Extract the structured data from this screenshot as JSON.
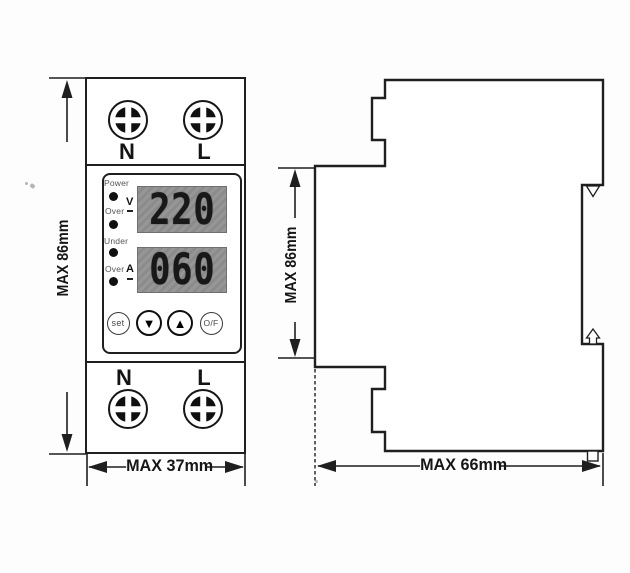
{
  "drawing": {
    "front_view": {
      "top_terminals": {
        "left_label": "N",
        "right_label": "L"
      },
      "bottom_terminals": {
        "left_label": "N",
        "right_label": "L"
      },
      "panel": {
        "leds": [
          {
            "label": "Power"
          },
          {
            "label": "Over"
          },
          {
            "label": "Under"
          },
          {
            "label": "Over"
          }
        ],
        "voltage_display": {
          "value": "220",
          "unit": "V",
          "unit_mark": "-"
        },
        "current_display": {
          "value": "060",
          "unit": "A",
          "unit_mark": "-"
        },
        "buttons": {
          "set_label": "set",
          "down_glyph": "▼",
          "up_glyph": "▲",
          "onoff_label": "O/F"
        }
      },
      "height_dimension": "MAX 86mm",
      "width_dimension": "MAX 37mm"
    },
    "side_view": {
      "height_dimension": "MAX 86mm",
      "depth_dimension": "MAX 66mm"
    },
    "colors": {
      "line": "#1f1f1f",
      "display_background": "#8f8f8f",
      "display_digits": "#181818"
    }
  }
}
